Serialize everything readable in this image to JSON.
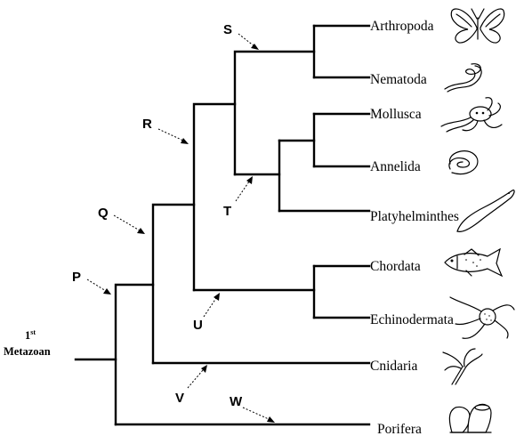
{
  "root": {
    "number": "1",
    "superscript": "st",
    "word": "Metazoan"
  },
  "taxa": {
    "arthropoda": "Arthropoda",
    "nematoda": "Nematoda",
    "mollusca": "Mollusca",
    "annelida": "Annelida",
    "platyhelminthes": "Platyhelminthes",
    "chordata": "Chordata",
    "echinodermata": "Echinodermata",
    "cnidaria": "Cnidaria",
    "porifera": "Porifera"
  },
  "nodes": {
    "P": "P",
    "Q": "Q",
    "R": "R",
    "S": "S",
    "T": "T",
    "U": "U",
    "V": "V",
    "W": "W"
  }
}
